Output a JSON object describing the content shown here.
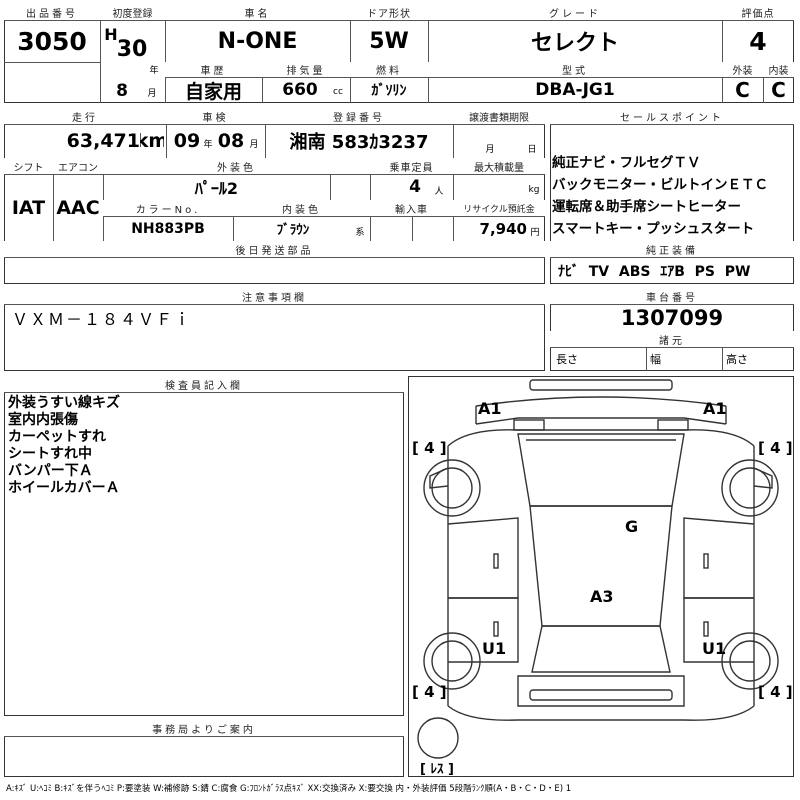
{
  "header": {
    "lot_no_label": "出品番号",
    "lot_no": "3050",
    "first_reg_label": "初度登録",
    "era": "H",
    "year": "30",
    "year_unit": "年",
    "month": "8",
    "month_unit": "月",
    "car_name_label": "車名",
    "car_name": "N-ONE",
    "door_label": "ドア形状",
    "door": "5W",
    "grade_label": "グレード",
    "grade": "セレクト",
    "score_label": "評価点",
    "score": "4",
    "history_label": "車歴",
    "history": "自家用",
    "displacement_label": "排気量",
    "displacement": "660",
    "displacement_unit": "cc",
    "fuel_label": "燃料",
    "fuel": "ｶﾞｿﾘﾝ",
    "model_label": "型式",
    "model": "DBA-JG1",
    "exterior_label": "外装",
    "exterior": "C",
    "interior_label": "内装",
    "interior": "C"
  },
  "info": {
    "mileage_label": "走行",
    "mileage": "63,471",
    "mileage_unit": "km",
    "inspection_label": "車検",
    "insp_year": "09",
    "insp_year_unit": "年",
    "insp_month": "08",
    "insp_month_unit": "月",
    "plate_label": "登録番号",
    "plate": "湘南 583ｶ3237",
    "transfer_label": "譲渡書類期限",
    "transfer_month_unit": "月",
    "transfer_day_unit": "日",
    "shift_label": "シフト",
    "shift": "IAT",
    "aircon_label": "エアコン",
    "aircon": "AAC",
    "ext_color_label": "外装色",
    "ext_color": "ﾊﾟｰﾙ2",
    "capacity_label": "乗車定員",
    "capacity": "4",
    "capacity_unit": "人",
    "load_label": "最大積載量",
    "load_unit": "kg",
    "color_no_label": "カラーNo.",
    "color_no": "NH883PB",
    "int_color_label": "内装色",
    "int_color": "ﾌﾞﾗｳﾝ",
    "int_color_unit": "系",
    "import_label": "輸入車",
    "recycle_label": "リサイクル預託金",
    "recycle": "7,940",
    "recycle_unit": "円",
    "later_parts_label": "後日発送部品"
  },
  "sales": {
    "label": "セールスポイント",
    "points": [
      "純正ナビ・フルセグＴＶ",
      "バックモニター・ビルトインＥＴＣ",
      "運転席＆助手席シートヒーター",
      "スマートキー・プッシュスタート"
    ],
    "equip_label": "純正装備",
    "equip": "ﾅﾋﾞ  TV  ABS  ｴｱB  PS  PW"
  },
  "notes": {
    "label": "注意事項欄",
    "text": "ＶＸＭ－１８４ＶＦｉ"
  },
  "chassis": {
    "label": "車台番号",
    "number": "1307099",
    "dims_label": "諸元",
    "length_label": "長さ",
    "width_label": "幅",
    "height_label": "高さ"
  },
  "inspector": {
    "label": "検査員記入欄",
    "lines": [
      "外装うすい線キズ",
      "室内内張傷",
      "カーペットすれ",
      "シートすれ中",
      "バンパー下Ａ",
      "ホイールカバーＡ"
    ]
  },
  "diagram": {
    "marks": {
      "a1_left": "A1",
      "a1_right": "A1",
      "g": "G",
      "a3": "A3",
      "u1_left": "U1",
      "u1_right": "U1"
    },
    "tires": {
      "tl": "[ 4 ]",
      "tr": "[ 4 ]",
      "bl": "[ 4 ]",
      "br": "[ 4 ]"
    },
    "spare": "[ ﾚｽ ]"
  },
  "office": {
    "label": "事務局よりご案内"
  },
  "legend": "A:ｷｽﾞ  U:ﾍｺﾐ  B:ｷｽﾞを伴うﾍｺﾐ  P:要塗装  W:補修跡  S:錆  C:腐食  G:ﾌﾛﾝﾄｶﾞﾗｽ点ｷｽﾞ  XX:交換済み  X:要交換   内・外装評価  5段階ﾗﾝｸ順(A・B・C・D・E) 1"
}
